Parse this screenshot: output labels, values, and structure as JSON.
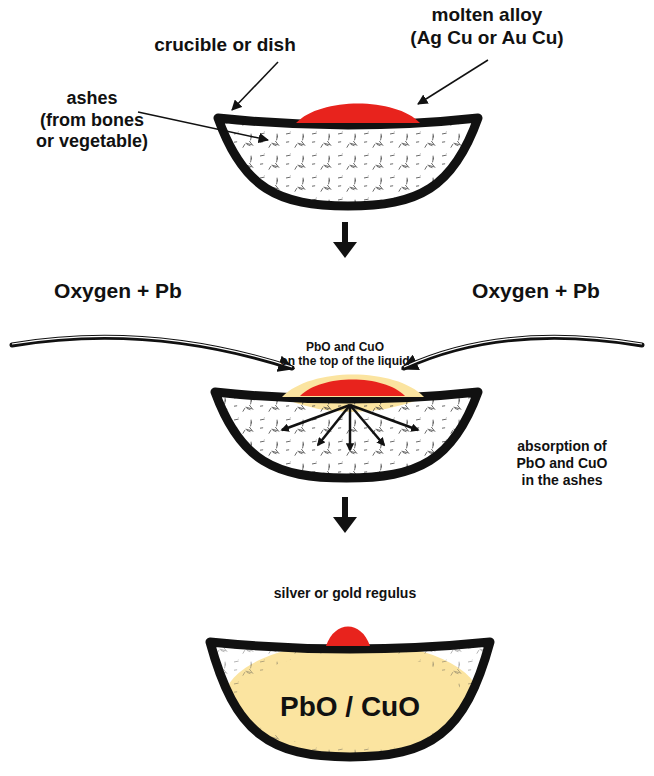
{
  "diagram": {
    "labels": [
      "crucible or dish",
      "molten alloy (Ag Cu or Au Cu)",
      "ashes (from bones or vegetable)",
      "Oxygen + Pb",
      "Oxygen + Pb",
      "PbO and CuO on the top of the liquid",
      "absorption of PbO and CuO in the ashes",
      "silver or gold regulus",
      "PbO / CuO"
    ]
  }
}
